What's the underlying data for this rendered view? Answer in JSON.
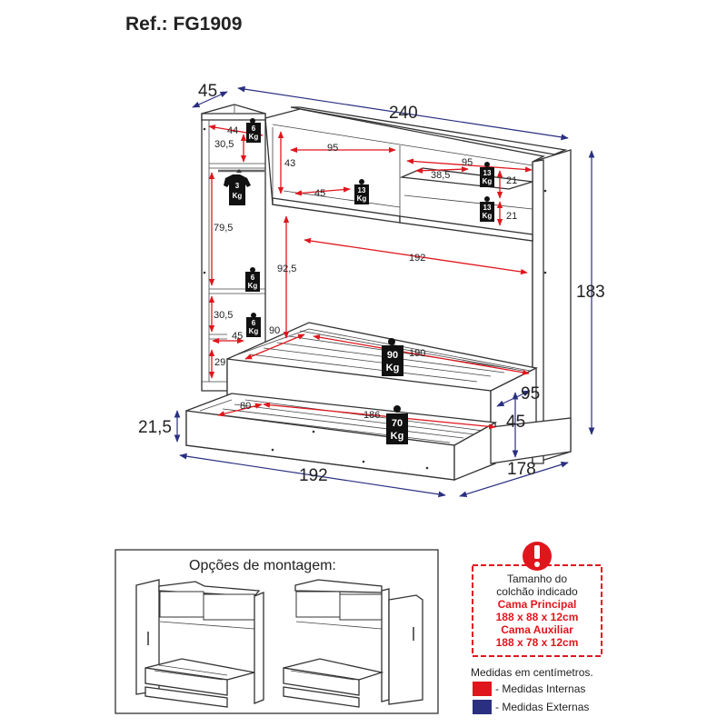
{
  "reference": "Ref.: FG1909",
  "external_dims": {
    "depth_top": "45",
    "width_top": "240",
    "height": "183",
    "side_depth": "95",
    "drawer_height": "45",
    "side_width": "178",
    "bed_front": "192",
    "drawer_front_h": "21,5"
  },
  "internal_dims": {
    "d44": "44",
    "d30_5_top": "30,5",
    "d79_5": "79,5",
    "d30_5_low": "30,5",
    "d45_low": "45",
    "d29": "29",
    "d43": "43",
    "d95_left": "95",
    "d45_mid": "45",
    "d95_right": "95",
    "d38_5": "38,5",
    "d21_a": "21",
    "d21_b": "21",
    "d92_5": "92,5",
    "d192": "192",
    "d90": "90",
    "d190": "190",
    "d80": "80",
    "d186": "186"
  },
  "weights": {
    "w6_a": {
      "value": "6",
      "unit": "Kg"
    },
    "w3": {
      "value": "3",
      "unit": "Kg"
    },
    "w13_a": {
      "value": "13",
      "unit": "Kg"
    },
    "w13_b": {
      "value": "13",
      "unit": "Kg"
    },
    "w13_c": {
      "value": "13",
      "unit": "Kg"
    },
    "w6_b": {
      "value": "6",
      "unit": "Kg"
    },
    "w6_c": {
      "value": "6",
      "unit": "Kg"
    },
    "w90": {
      "value": "90",
      "unit": "Kg"
    },
    "w70": {
      "value": "70",
      "unit": "Kg"
    }
  },
  "assembly": {
    "title": "Opções de montagem:"
  },
  "mattress_notice": {
    "line1": "Tamanho do",
    "line2": "colchão indicado",
    "main_label": "Cama Principal",
    "main_size": "188 x 88 x 12cm",
    "aux_label": "Cama Auxiliar",
    "aux_size": "188 x 78 x 12cm"
  },
  "legend": {
    "units_note": "Medidas em centímetros.",
    "internal": "- Medidas Internas",
    "external": "- Medidas Externas",
    "internal_color": "#e0161d",
    "external_color": "#2a2f80"
  }
}
